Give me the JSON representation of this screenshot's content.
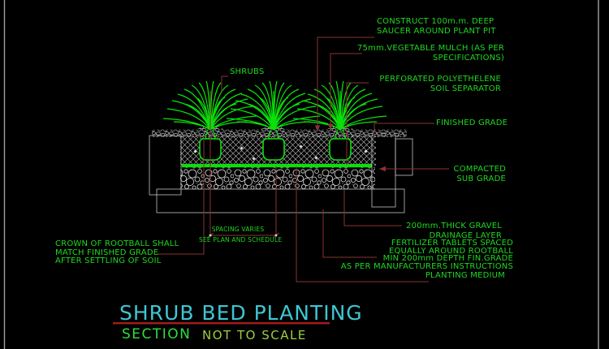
{
  "colors": {
    "ann": "#1fd91f",
    "plant": "#0ae00a",
    "leader": "#8a3333",
    "cyan": "#3ec6d4",
    "underline": "#a31c1c",
    "hatch": "#dcdcdc",
    "hatch_dim": "#c2c2c2",
    "border": "#9aa2a2",
    "section_green": "#2ede3e",
    "scale_green": "#9ccf3f"
  },
  "labels": {
    "shrubs": "SHRUBS",
    "saucer": [
      "CONSTRUCT 100m.m. DEEP",
      "SAUCER AROUND PLANT PIT"
    ],
    "mulch": [
      "75mm.VEGETABLE MULCH (AS PER",
      "SPECIFICATIONS)"
    ],
    "separator": [
      "PERFORATED POLYETHELENE",
      "SOIL SEPARATOR"
    ],
    "finished_grade": "FINISHED GRADE",
    "sub_grade": [
      "COMPACTED",
      "SUB GRADE"
    ],
    "gravel": [
      "200mm.THICK GRAVEL",
      "DRAINAGE LAYER"
    ],
    "fertilizer": [
      "FERTILIZER TABLETS SPACED",
      "EQUALLY AROUND ROOTBALL",
      "MIN 200mm DEPTH FIN.GRADE",
      "AS PER MANUFACTURERS INSTRUCTIONS"
    ],
    "planting_medium": "PLANTING MEDIUM",
    "crown": [
      "CROWN OF ROOTBALL SHALL",
      "MATCH FINISHED GRADE",
      "AFTER SETTLING OF SOIL"
    ],
    "spacing": [
      "SPACING VARIES",
      "SEE PLAN AND SCHEDULE"
    ]
  },
  "title": {
    "main": "SHRUB BED PLANTING",
    "section": "SECTION",
    "scale": "NOT TO SCALE"
  }
}
